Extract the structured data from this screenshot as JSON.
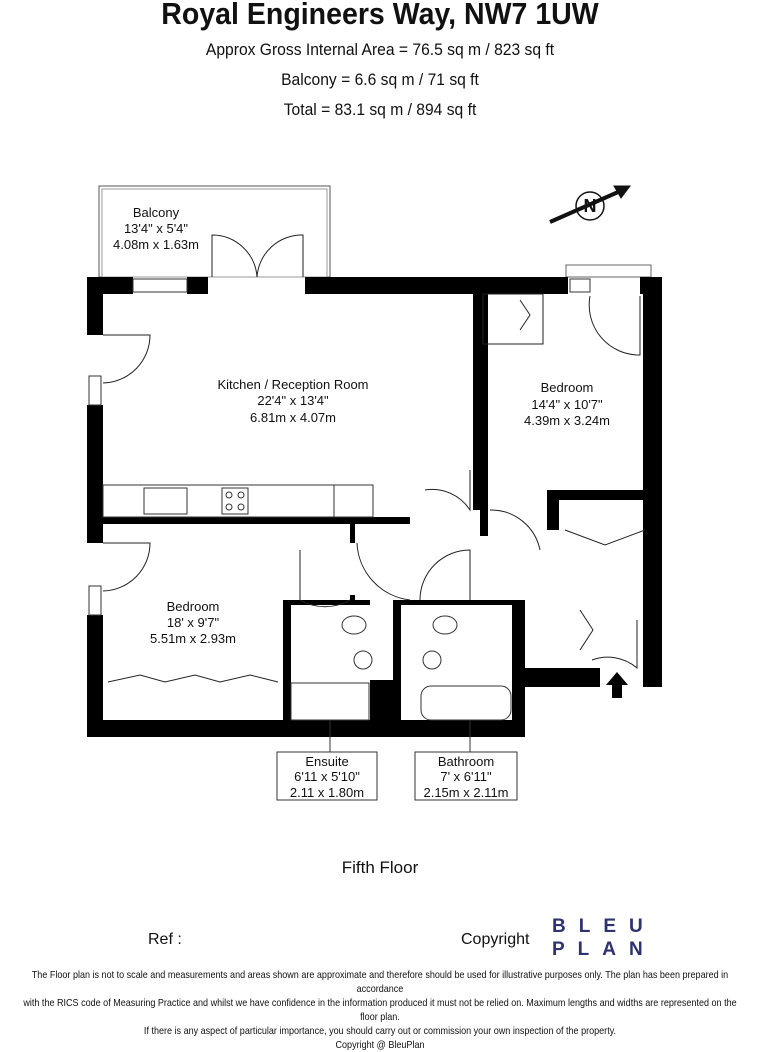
{
  "header": {
    "title": "Royal Engineers Way, NW7 1UW",
    "area_line": "Approx Gross Internal Area = 76.5 sq m / 823 sq ft",
    "balcony_line": "Balcony = 6.6 sq m / 71 sq ft",
    "total_line": "Total = 83.1 sq m / 894 sq ft"
  },
  "compass": {
    "label": "N",
    "icon": "north-arrow-icon"
  },
  "rooms": [
    {
      "name": "Balcony",
      "imperial": "13'4\" x 5'4\"",
      "metric": "4.08m x 1.63m"
    },
    {
      "name": "Kitchen / Reception Room",
      "imperial": "22'4\" x 13'4\"",
      "metric": "6.81m x 4.07m"
    },
    {
      "name": "Bedroom",
      "imperial": "14'4\" x 10'7\"",
      "metric": "4.39m x 3.24m"
    },
    {
      "name": "Bedroom",
      "imperial": "18' x 9'7\"",
      "metric": "5.51m x 2.93m"
    },
    {
      "name": "Ensuite",
      "imperial": "6'11 x 5'10\"",
      "metric": "2.11 x 1.80m"
    },
    {
      "name": "Bathroom",
      "imperial": "7' x 6'11\"",
      "metric": "2.15m x 2.11m"
    }
  ],
  "floor_label": "Fifth Floor",
  "footer": {
    "ref_label": "Ref :",
    "copyright_label": "Copyright",
    "logo_line1": "BLEU",
    "logo_line2": "PLAN",
    "brand_color": "#2e3270",
    "disclaimer": [
      "The Floor plan is not to scale and measurements and areas shown are approximate and therefore should be used for illustrative purposes only. The plan has been prepared in accordance",
      "with the RICS code of Measuring Practice and whilst we have confidence in the information produced it must not be relied on. Maximum lengths and widths are represented on the floor plan.",
      "If there is any aspect of particular importance, you should carry out or commission your own inspection of the property.",
      "Copyright @ BleuPlan"
    ]
  }
}
